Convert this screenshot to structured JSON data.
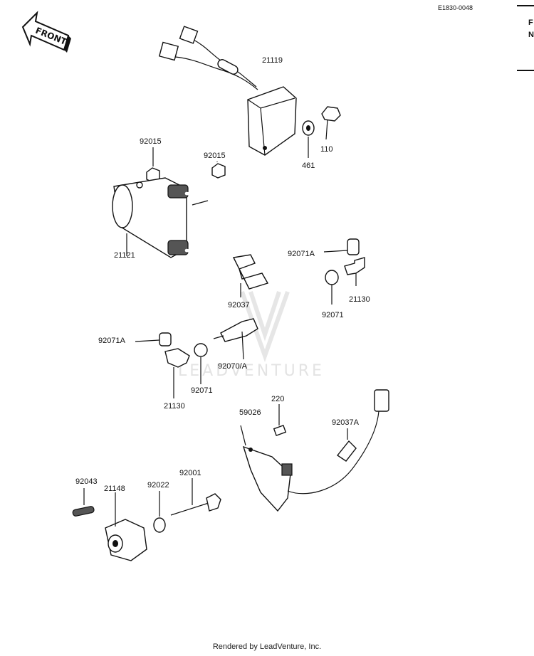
{
  "diagram_id": "E1830-0048",
  "front_label": "FRONT",
  "watermark": "LEADVENTURE",
  "footer": "Rendered by LeadVenture, Inc.",
  "side_chars": [
    "F",
    "N"
  ],
  "callouts": {
    "p21119": "21119",
    "p110": "110",
    "p461": "461",
    "p92015a": "92015",
    "p92015b": "92015",
    "p21121": "21121",
    "p92071A_r": "92071A",
    "p21130_r": "21130",
    "p92071_r": "92071",
    "p92037": "92037",
    "p92071A_l": "92071A",
    "p92070A": "92070/A",
    "p21130_l": "21130",
    "p92071_l": "92071",
    "p220": "220",
    "p59026": "59026",
    "p92037A": "92037A",
    "p92043": "92043",
    "p21148": "21148",
    "p92022": "92022",
    "p92001": "92001"
  }
}
